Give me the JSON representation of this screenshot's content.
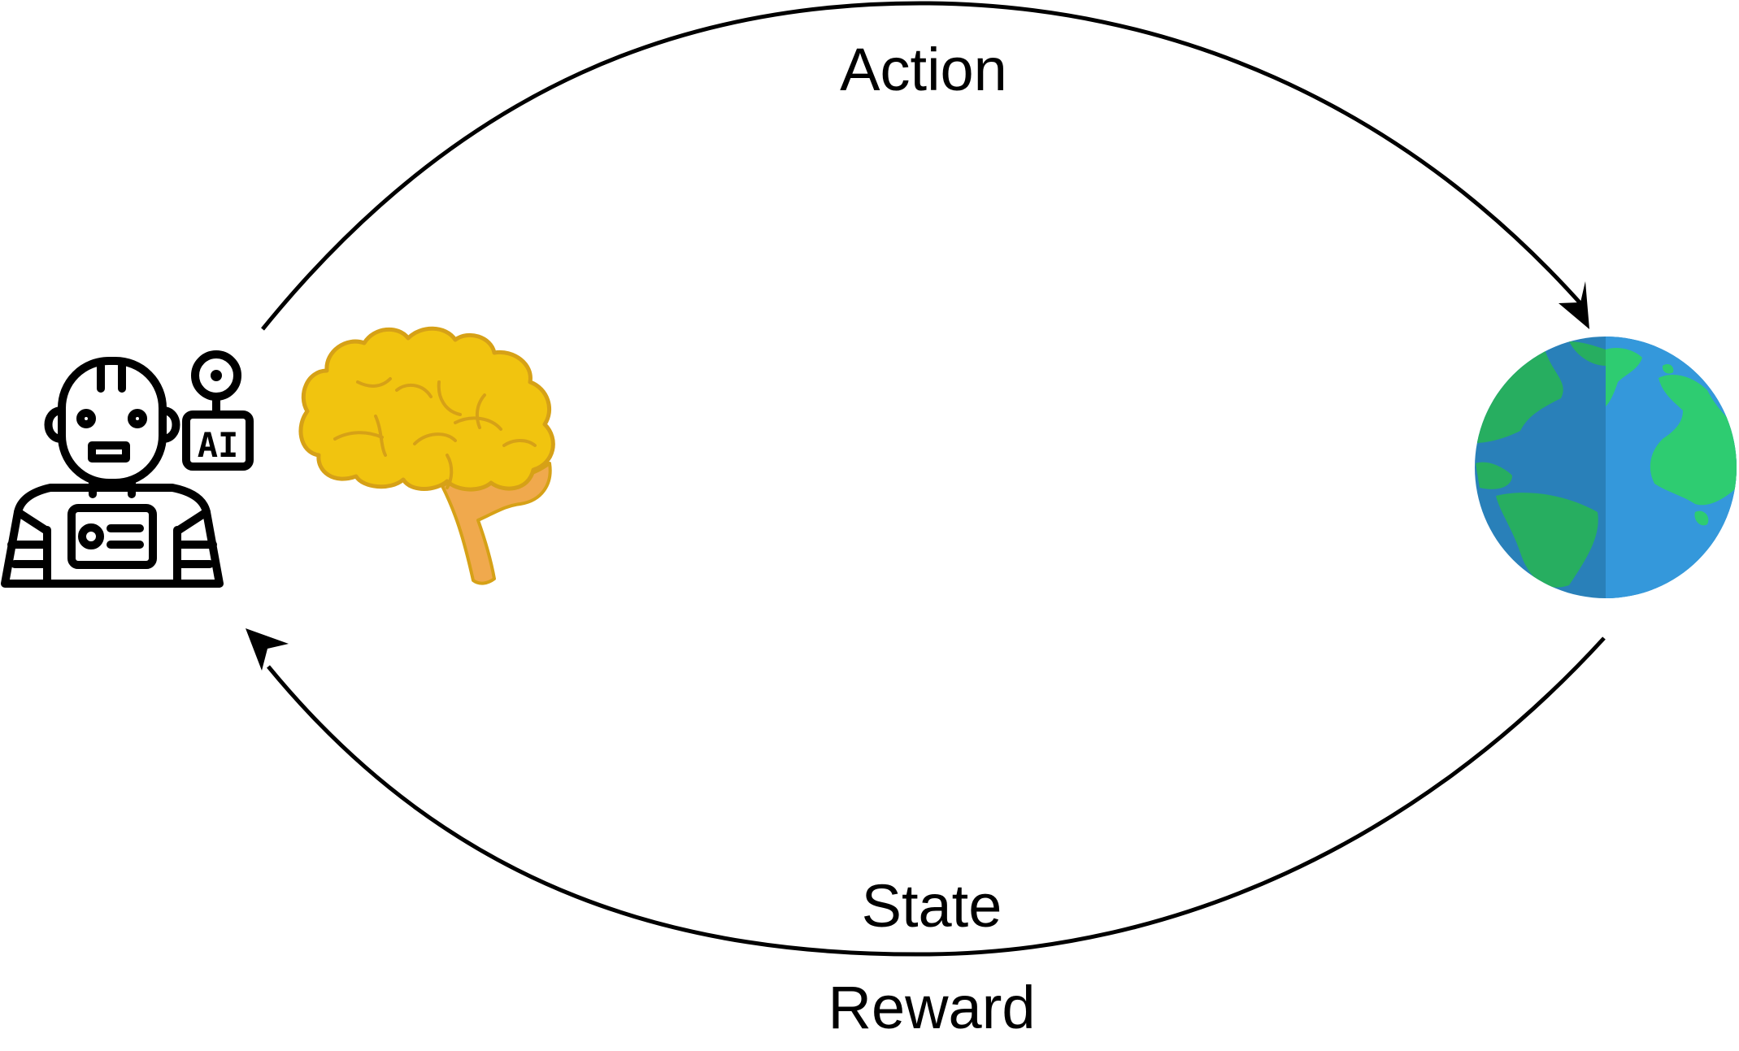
{
  "labels": {
    "action": "Action",
    "state": "State",
    "reward": "Reward"
  },
  "icons": {
    "agent": "robot-ai-icon",
    "brain": "brain-icon",
    "environment": "earth-globe-icon"
  },
  "colors": {
    "line": "#000000",
    "brain_fill": "#F1C40F",
    "brain_outline": "#D6A117",
    "brainstem_fill": "#F0A94D",
    "ocean_light": "#3498DB",
    "ocean_dark": "#2980B9",
    "land_light": "#2ECC71",
    "land_dark": "#27AE60"
  },
  "robot_badge": "AI"
}
